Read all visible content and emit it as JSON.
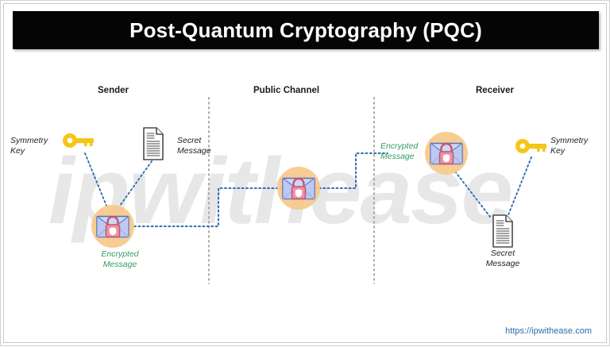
{
  "page": {
    "watermark_text": "ipwithease",
    "footer_url": "https://ipwithease.com"
  },
  "title": {
    "text": "Post-Quantum Cryptography (PQC)"
  },
  "sections": [
    {
      "id": "sender",
      "label": "Sender"
    },
    {
      "id": "channel",
      "label": "Public Channel"
    },
    {
      "id": "receiver",
      "label": "Receiver"
    }
  ],
  "labels": {
    "key_left_line1": "Symmetry",
    "key_left_line2": "Key",
    "doc_left_line1": "Secret",
    "doc_left_line2": "Message",
    "enc_left_line1": "Encrypted",
    "enc_left_line2": "Message",
    "enc_right_line1": "Encrypted",
    "enc_right_line2": "Message",
    "key_right_line1": "Symmetry",
    "key_right_line2": "Key",
    "doc_right_line1": "Secret",
    "doc_right_line2": "Message"
  },
  "icons": {
    "key": "key-icon",
    "document": "document-icon",
    "encrypted_envelope": "encrypted-envelope-icon"
  },
  "colors": {
    "banner_bg": "#050505",
    "banner_text": "#ffffff",
    "key_yellow": "#f5c518",
    "envelope_blue": "#aebdf0",
    "envelope_light": "#ccd8f5",
    "lock_pink": "#ef8fa8",
    "lock_outline": "#c2566f",
    "circle_orange": "#f5c98a",
    "connector_blue": "#3b7cc0",
    "divider_gray": "#9a9a9a",
    "label_green": "#2f9e63",
    "footer_link": "#2e6ca4",
    "doc_outline": "#4a4a4a",
    "watermark": "#e7e7e7"
  }
}
